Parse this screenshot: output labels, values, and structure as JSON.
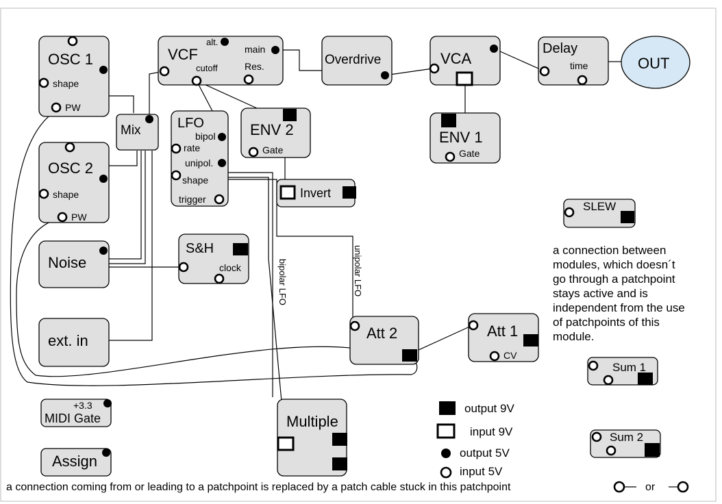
{
  "modules": {
    "osc1": {
      "title": "OSC 1",
      "shape": "shape",
      "pw": "PW"
    },
    "osc2": {
      "title": "OSC 2",
      "shape": "shape",
      "pw": "PW"
    },
    "noise": {
      "title": "Noise"
    },
    "ext_in": {
      "title": "ext. in"
    },
    "midi_gate": {
      "voltage": "+3.3",
      "title": "MIDI Gate"
    },
    "assign": {
      "title": "Assign"
    },
    "vcf": {
      "title": "VCF",
      "alt": "alt.",
      "main": "main",
      "cutoff": "cutoff",
      "res": "Res."
    },
    "mix": {
      "title": "Mix"
    },
    "lfo": {
      "title": "LFO",
      "bipol": "bipol",
      "rate": "rate",
      "unipol": "unipol.",
      "shape": "shape",
      "trigger": "trigger"
    },
    "env2": {
      "title": "ENV 2",
      "gate": "Gate"
    },
    "sh": {
      "title": "S&H",
      "clock": "clock"
    },
    "invert": {
      "title": "Invert"
    },
    "overdrive": {
      "title": "Overdrive"
    },
    "vca": {
      "title": "VCA"
    },
    "env1": {
      "title": "ENV 1",
      "gate": "Gate"
    },
    "delay": {
      "title": "Delay",
      "time": "time"
    },
    "out": {
      "title": "OUT"
    },
    "slew": {
      "title": "SLEW"
    },
    "att2": {
      "title": "Att 2"
    },
    "att1": {
      "title": "Att 1",
      "cv": "CV"
    },
    "sum1": {
      "title": "Sum 1"
    },
    "sum2": {
      "title": "Sum 2"
    },
    "multiple": {
      "title": "Multiple"
    }
  },
  "wire_labels": {
    "bipolar": "bipolar LFO",
    "unipolar": "unipolar LFO"
  },
  "note_lines": [
    "a connection between",
    "modules, which doesn´t",
    "go through a patchpoint",
    "stays active and is",
    "independent from the use",
    "of patchpoints of this",
    "module."
  ],
  "legend": {
    "output9": "output 9V",
    "input9": "input 9V",
    "output5": "output 5V",
    "input5": "input 5V"
  },
  "footer": {
    "text": "a connection coming from or leading to a patchpoint is replaced by a patch cable stuck in this patchpoint",
    "or": "or"
  },
  "colors": {
    "module_fill": "#e0e0e0",
    "out_fill": "#d6e8f5"
  }
}
